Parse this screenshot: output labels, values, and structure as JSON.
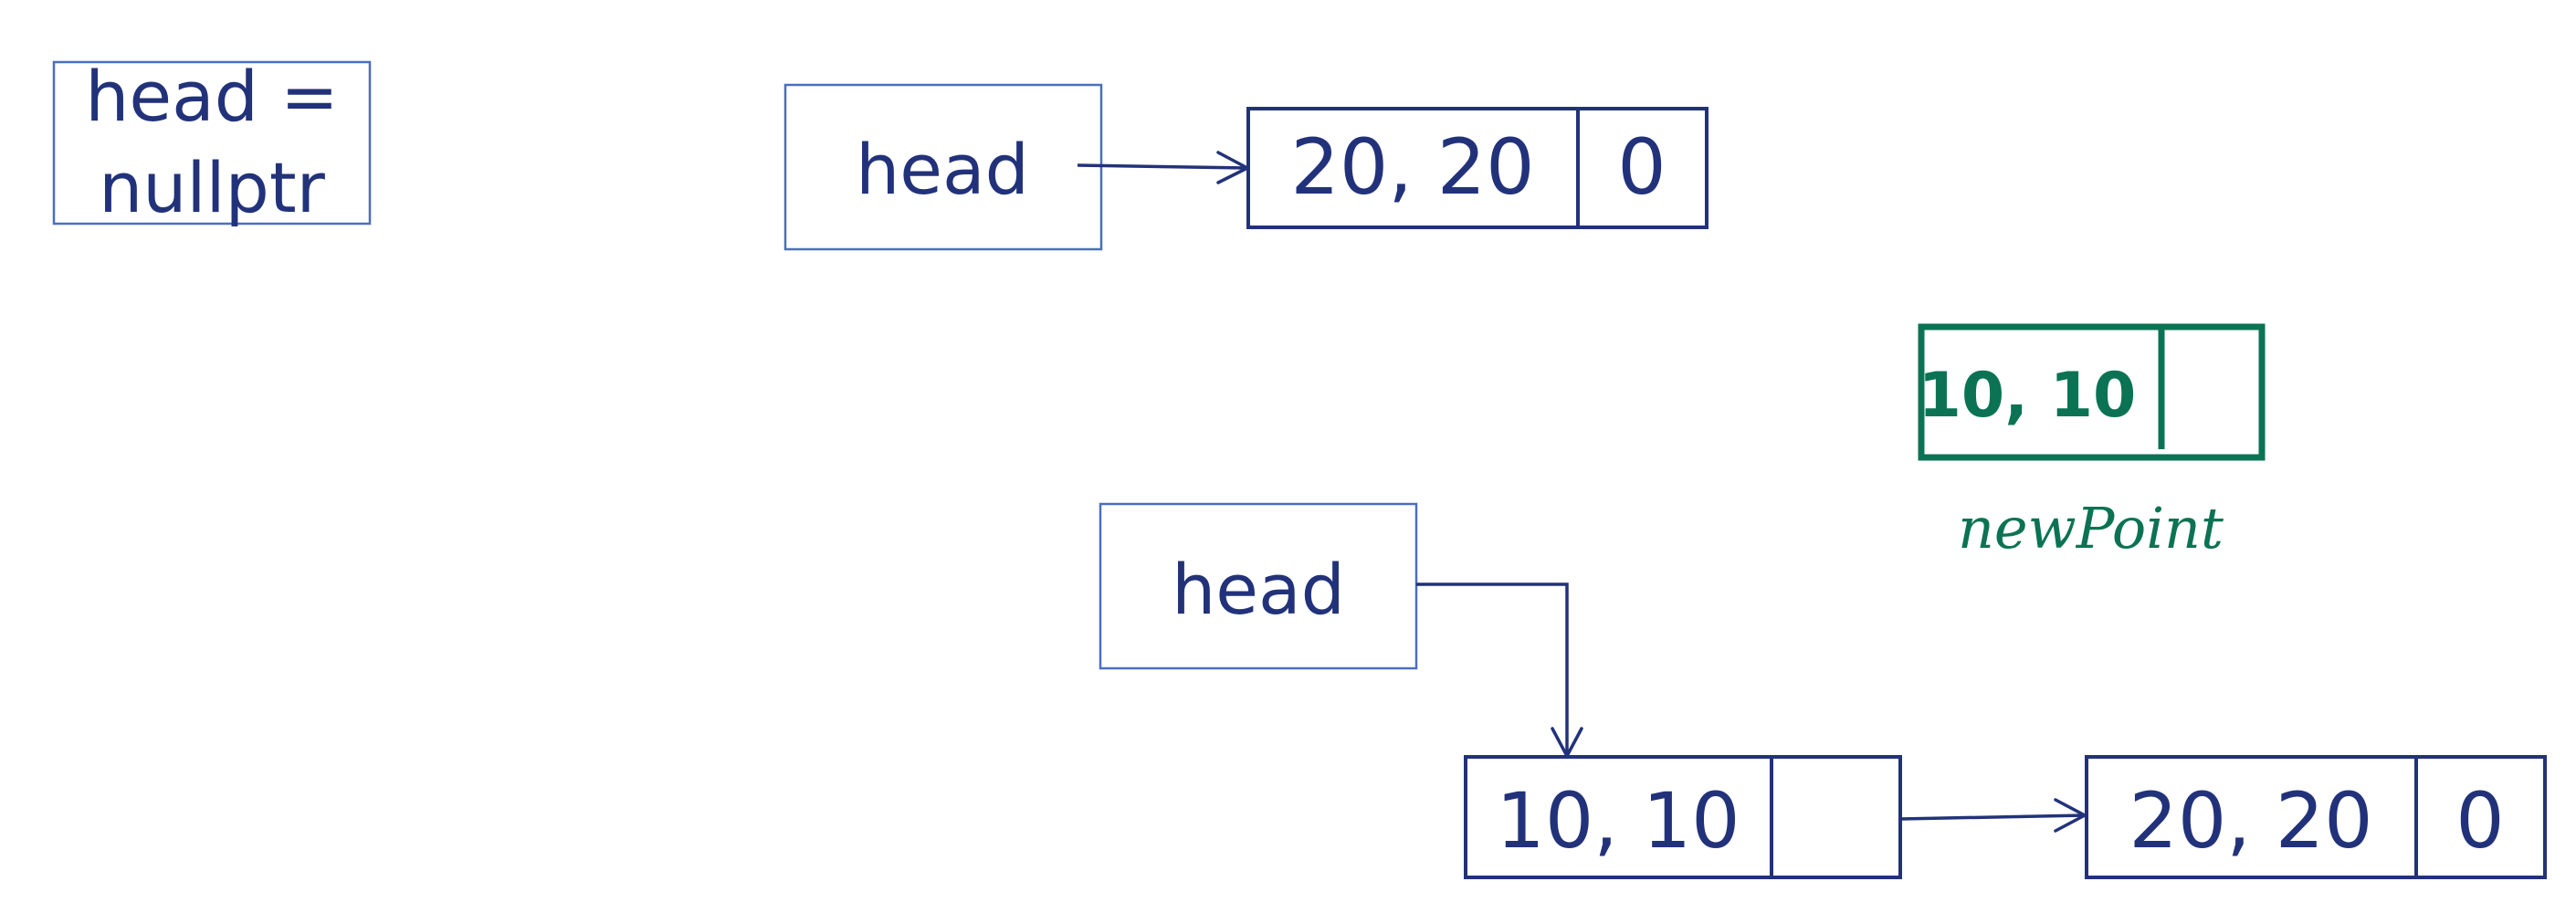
{
  "top_left": {
    "line1": "head =",
    "line2": "nullptr"
  },
  "top_list": {
    "head_label": "head",
    "node": {
      "value": "20, 20",
      "next": "0"
    }
  },
  "new_node": {
    "value": "10, 10",
    "next": "",
    "caption": "newPoint"
  },
  "bottom_list": {
    "head_label": "head",
    "node1": {
      "value": "10, 10",
      "next": ""
    },
    "node2": {
      "value": "20, 20",
      "next": "0"
    }
  }
}
